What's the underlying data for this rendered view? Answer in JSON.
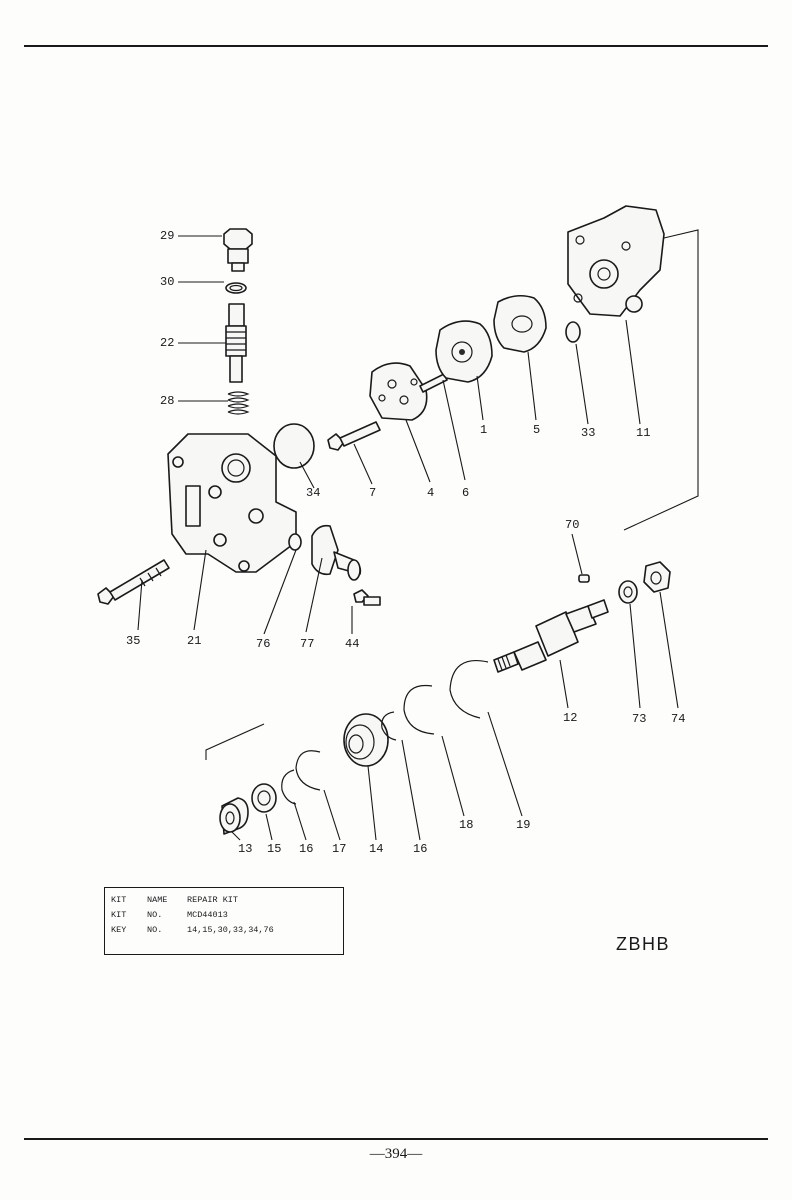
{
  "callouts": {
    "p29": "29",
    "p30": "30",
    "p22": "22",
    "p28": "28",
    "p4": "4",
    "p6": "6",
    "p1": "1",
    "p5": "5",
    "p33": "33",
    "p11": "11",
    "p7": "7",
    "p34": "34",
    "p35": "35",
    "p21": "21",
    "p76": "76",
    "p77": "77",
    "p44": "44",
    "p70": "70",
    "p12": "12",
    "p73": "73",
    "p74": "74",
    "p13": "13",
    "p15": "15",
    "p16a": "16",
    "p17": "17",
    "p14": "14",
    "p16b": "16",
    "p18": "18",
    "p19": "19"
  },
  "kit": {
    "row1": {
      "key": "KIT",
      "name": "NAME",
      "value": "REPAIR  KIT"
    },
    "row2": {
      "key": "KIT",
      "name": "NO.",
      "value": "MCD44013"
    },
    "row3": {
      "key": "KEY",
      "name": "NO.",
      "value": "14,15,30,33,34,76"
    }
  },
  "figure_code": "ZBHB",
  "page_number": "—394—"
}
